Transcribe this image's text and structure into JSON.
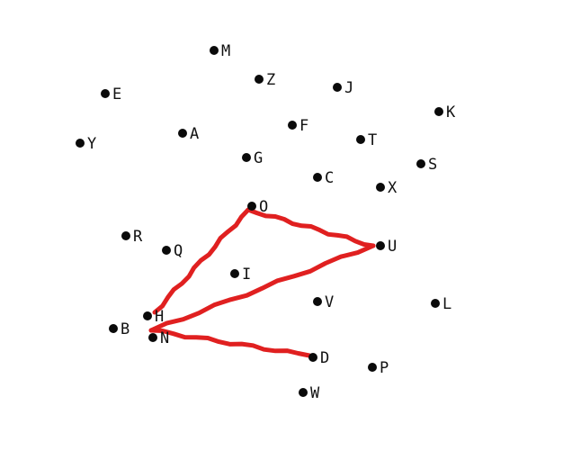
{
  "diagram": {
    "colors": {
      "dot": "#0a0a0a",
      "stroke": "#e02020",
      "label": "#111111"
    },
    "points": [
      {
        "id": "M"
      },
      {
        "id": "Z"
      },
      {
        "id": "J"
      },
      {
        "id": "E"
      },
      {
        "id": "K"
      },
      {
        "id": "F"
      },
      {
        "id": "A"
      },
      {
        "id": "T"
      },
      {
        "id": "Y"
      },
      {
        "id": "G"
      },
      {
        "id": "S"
      },
      {
        "id": "C"
      },
      {
        "id": "X"
      },
      {
        "id": "O"
      },
      {
        "id": "R"
      },
      {
        "id": "U"
      },
      {
        "id": "Q"
      },
      {
        "id": "I"
      },
      {
        "id": "V"
      },
      {
        "id": "L"
      },
      {
        "id": "H"
      },
      {
        "id": "B"
      },
      {
        "id": "N"
      },
      {
        "id": "D"
      },
      {
        "id": "P"
      },
      {
        "id": "W"
      }
    ],
    "path": [
      "H",
      "O",
      "U",
      "N",
      "D"
    ]
  }
}
